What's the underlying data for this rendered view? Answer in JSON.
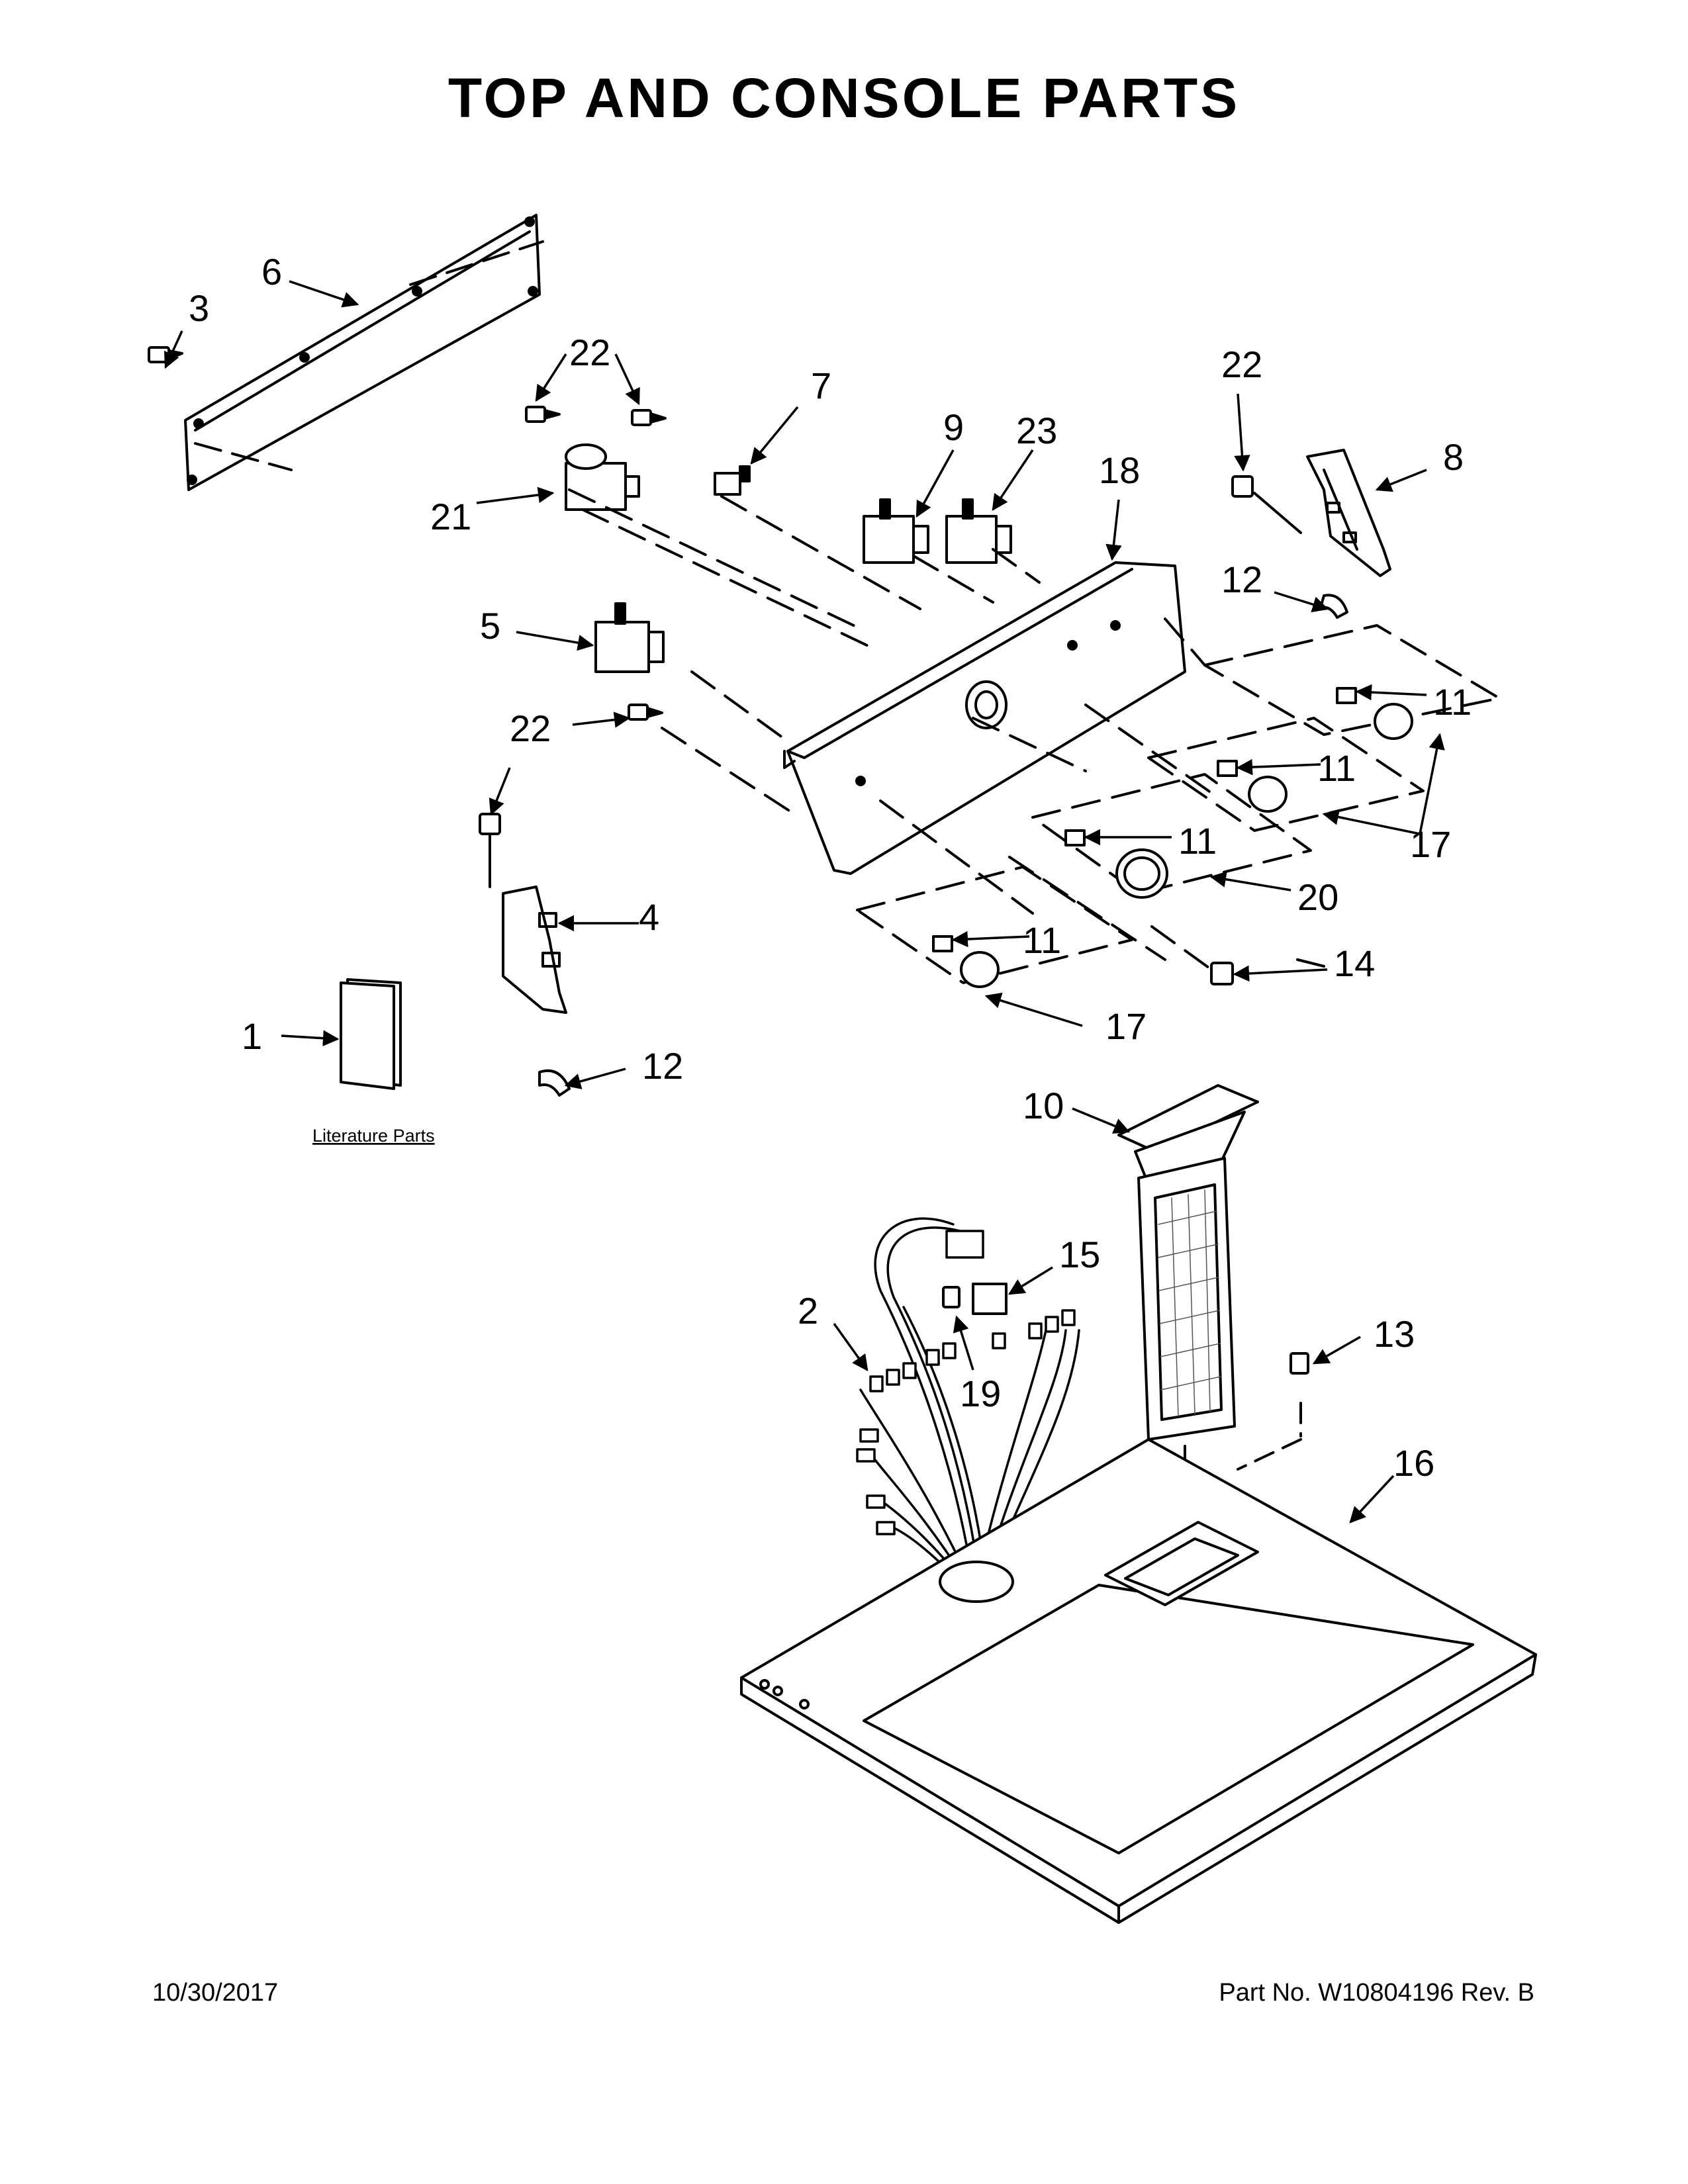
{
  "title": "TOP AND CONSOLE PARTS",
  "literature_label": "Literature Parts",
  "footer": {
    "date": "10/30/2017",
    "part_number": "Part No.  W10804196  Rev.  B"
  },
  "callouts": {
    "c1": "1",
    "c2": "2",
    "c3": "3",
    "c4": "4",
    "c5": "5",
    "c6": "6",
    "c7": "7",
    "c8": "8",
    "c9": "9",
    "c10": "10",
    "c11a": "11",
    "c11b": "11",
    "c11c": "11",
    "c11d": "11",
    "c12a": "12",
    "c12b": "12",
    "c13": "13",
    "c14": "14",
    "c15": "15",
    "c16": "16",
    "c17a": "17",
    "c17b": "17",
    "c18": "18",
    "c19": "19",
    "c20": "20",
    "c21": "21",
    "c22a": "22",
    "c22b": "22",
    "c22c": "22",
    "c23": "23"
  }
}
